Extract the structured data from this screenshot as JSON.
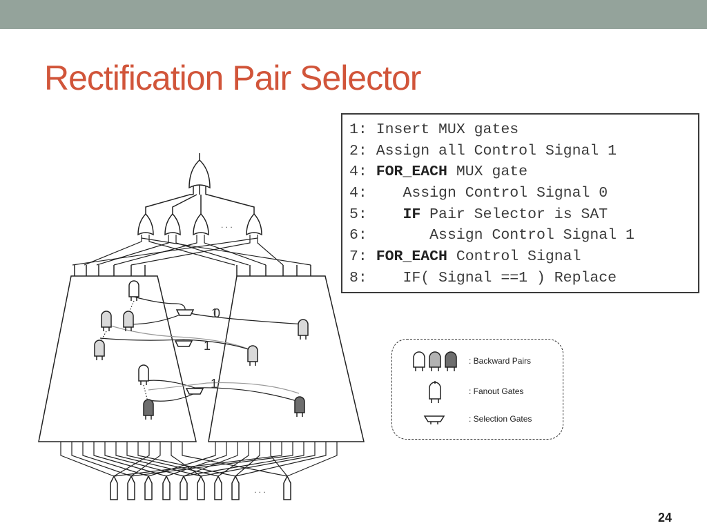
{
  "slide": {
    "title": "Rectification Pair Selector",
    "page_number": "24"
  },
  "colors": {
    "header_band": "#94a39b",
    "title": "#d1553a",
    "gate_light": "#d9d9d9",
    "gate_mid": "#b3b3b3",
    "gate_dark": "#6e6e6e"
  },
  "pseudocode": [
    {
      "num": "1:",
      "indent": "",
      "keyword": "",
      "text": "Insert MUX gates"
    },
    {
      "num": "2:",
      "indent": "",
      "keyword": "",
      "text": "Assign all Control Signal 1"
    },
    {
      "num": "4:",
      "indent": "",
      "keyword": "FOR_EACH",
      "text": "MUX gate"
    },
    {
      "num": "4:",
      "indent": "   ",
      "keyword": "",
      "text": "Assign Control Signal 0"
    },
    {
      "num": "5:",
      "indent": "   ",
      "keyword": "IF",
      "text": "Pair Selector is SAT"
    },
    {
      "num": "6:",
      "indent": "      ",
      "keyword": "",
      "text": "Assign Control Signal 1"
    },
    {
      "num": "7:",
      "indent": "",
      "keyword": "FOR_EACH",
      "text": "Control Signal"
    },
    {
      "num": "8:",
      "indent": "   ",
      "keyword": "",
      "text": "IF( Signal ==1 ) Replace"
    }
  ],
  "legend": {
    "backward_pairs": ": Backward Pairs",
    "fanout_gates": ": Fanout Gates",
    "selection_gates": ": Selection Gates"
  },
  "diagram": {
    "control_signals": [
      "1",
      "0",
      "1",
      "1"
    ],
    "ellipsis_top": ". . .",
    "ellipsis_bottom": ". . ."
  }
}
